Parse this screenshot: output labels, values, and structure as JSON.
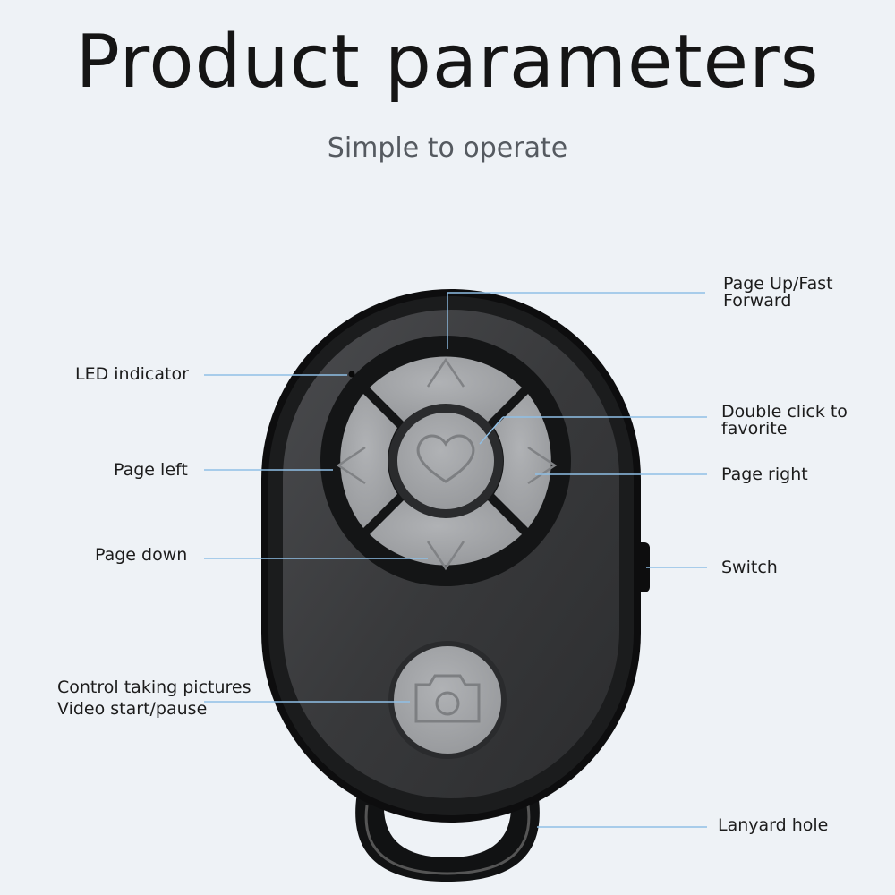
{
  "header": {
    "title": "Product parameters",
    "subtitle": "Simple to operate"
  },
  "labels": {
    "page_up_line1": "Page Up/Fast",
    "page_up_line2": "Forward",
    "led_indicator": "LED indicator",
    "double_click_line1": "Double click to",
    "double_click_line2": "favorite",
    "page_left": "Page left",
    "page_right": "Page right",
    "page_down": "Page down",
    "switch": "Switch",
    "control_line1": "Control taking pictures",
    "control_line2": "Video start/pause",
    "lanyard_hole": "Lanyard hole"
  },
  "colors": {
    "background": "#eef2f6",
    "device_body": "#3a3b3d",
    "device_rim": "#0d0d0e",
    "button_gray": "#a3a5a8",
    "leader_line": "#8fbfe6"
  },
  "icons": [
    "heart-icon",
    "camera-icon",
    "arrow-up-icon",
    "arrow-down-icon",
    "arrow-left-icon",
    "arrow-right-icon"
  ]
}
